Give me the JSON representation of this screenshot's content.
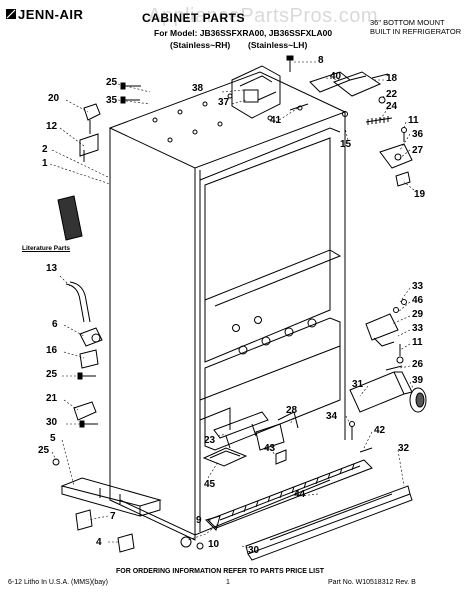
{
  "header": {
    "brand": "JENN-AIR",
    "title": "CABINET PARTS",
    "model_line": "For Model: JB36SSFXRA00, JB36SSFXLA00",
    "variant_rh": "(Stainless~RH)",
    "variant_lh": "(Stainless~LH)",
    "description_line1": "36\" BOTTOM MOUNT",
    "description_line2": "BUILT IN REFRIGERATOR"
  },
  "watermark": "AppliancePartsPros.com",
  "literature_label": "Literature Parts",
  "callouts": [
    "25",
    "35",
    "20",
    "12",
    "2",
    "1",
    "13",
    "6",
    "16",
    "25",
    "21",
    "30",
    "5",
    "25",
    "7",
    "4",
    "9",
    "10",
    "45",
    "23",
    "28",
    "43",
    "44",
    "30",
    "38",
    "37",
    "8",
    "40",
    "41",
    "15",
    "18",
    "22",
    "24",
    "11",
    "36",
    "27",
    "19",
    "33",
    "46",
    "29",
    "33",
    "11",
    "26",
    "39",
    "31",
    "34",
    "42",
    "32"
  ],
  "footer": {
    "note": "FOR ORDERING INFORMATION REFER TO PARTS PRICE LIST",
    "left": "6-12 Litho In U.S.A. (MMS)(bay)",
    "center": "1",
    "right": "Part No. W10518312 Rev. B"
  }
}
